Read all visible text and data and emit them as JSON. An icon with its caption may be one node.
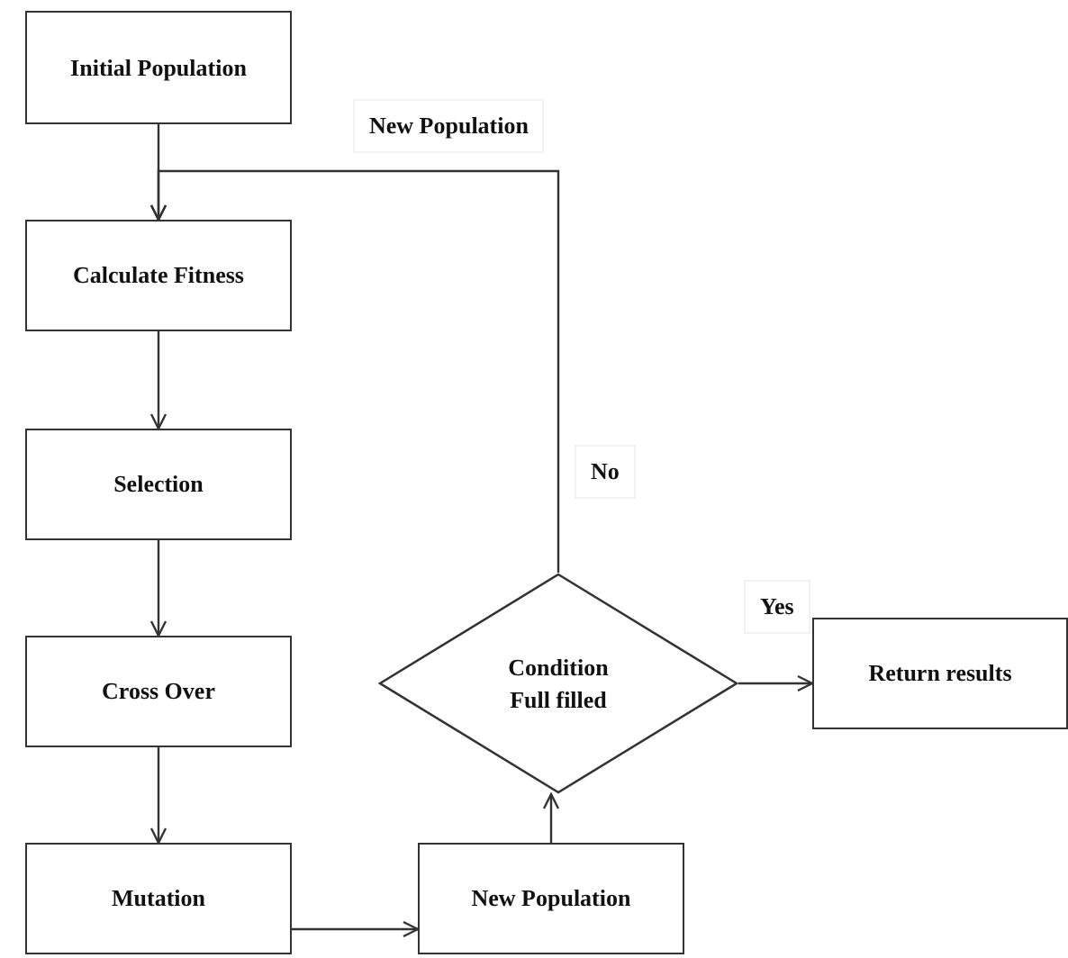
{
  "diagram": {
    "nodes": [
      {
        "text": [
          "Initial Population"
        ]
      },
      {
        "text": [
          "Calculate Fitness"
        ]
      },
      {
        "text": [
          "Selection"
        ]
      },
      {
        "text": [
          "Cross Over"
        ]
      },
      {
        "text": [
          "Mutation"
        ]
      },
      {
        "text": [
          "New Population"
        ]
      },
      {
        "text": [
          "Condition Full filled"
        ]
      },
      {
        "text": [
          "Return results"
        ]
      }
    ],
    "edges": [
      {
        "from": 0,
        "to": 1,
        "arrow": "to"
      },
      {
        "from": 1,
        "to": 2,
        "arrow": "to"
      },
      {
        "from": 2,
        "to": 3,
        "arrow": "to"
      },
      {
        "from": 3,
        "to": 4,
        "arrow": "to"
      },
      {
        "from": 4,
        "to": 5,
        "arrow": "to"
      },
      {
        "from": 5,
        "to": 6,
        "arrow": "to"
      },
      {
        "from": 6,
        "to": 7,
        "arrow": "to",
        "label": "Yes"
      },
      {
        "from": 6,
        "to": 1,
        "arrow": "to",
        "label": "No"
      }
    ],
    "labels": [
      "New Population"
    ]
  }
}
